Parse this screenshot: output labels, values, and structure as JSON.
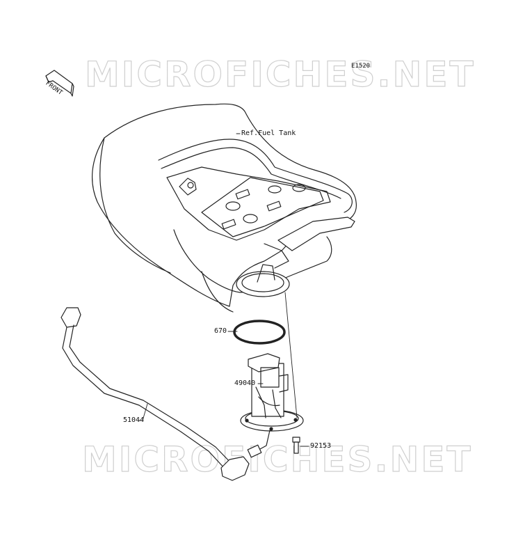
{
  "diagram": {
    "code": "E1520",
    "front_label": "FRONT",
    "watermark_top": "MICROFICHES.NET",
    "watermark_bottom": "MICROFICHES.NET",
    "callouts": {
      "fuel_tank": "Ref.Fuel Tank",
      "gasket": "670",
      "pump": "49040",
      "hose": "51044",
      "bolt": "92153"
    }
  }
}
